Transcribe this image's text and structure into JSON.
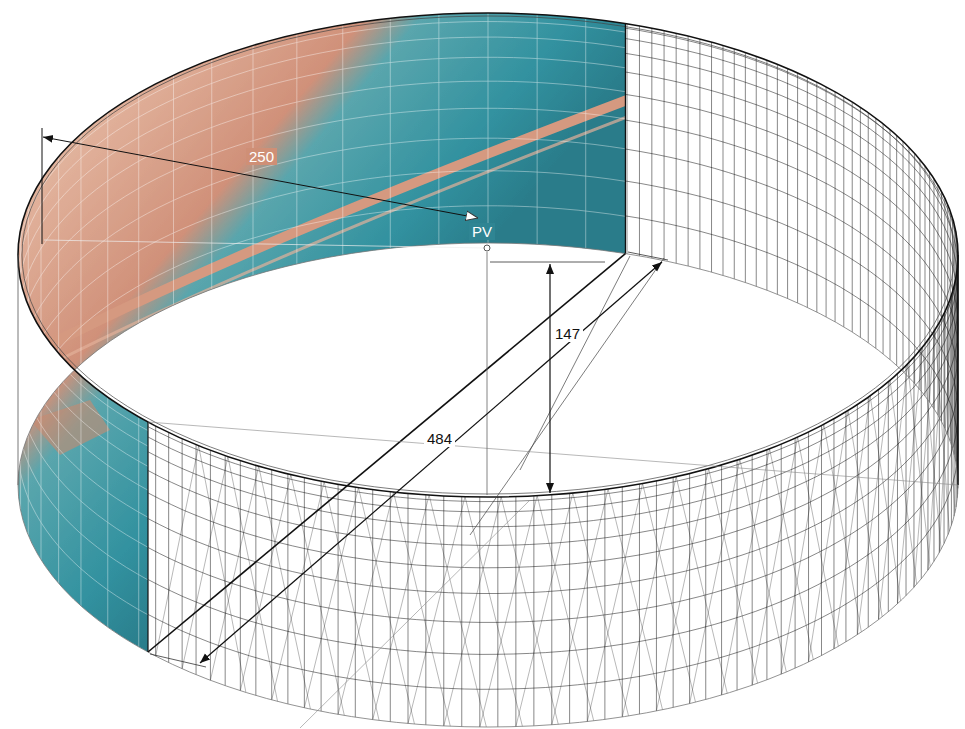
{
  "diagram": {
    "labels": [
      "250",
      "PV",
      "147",
      "484"
    ]
  }
}
